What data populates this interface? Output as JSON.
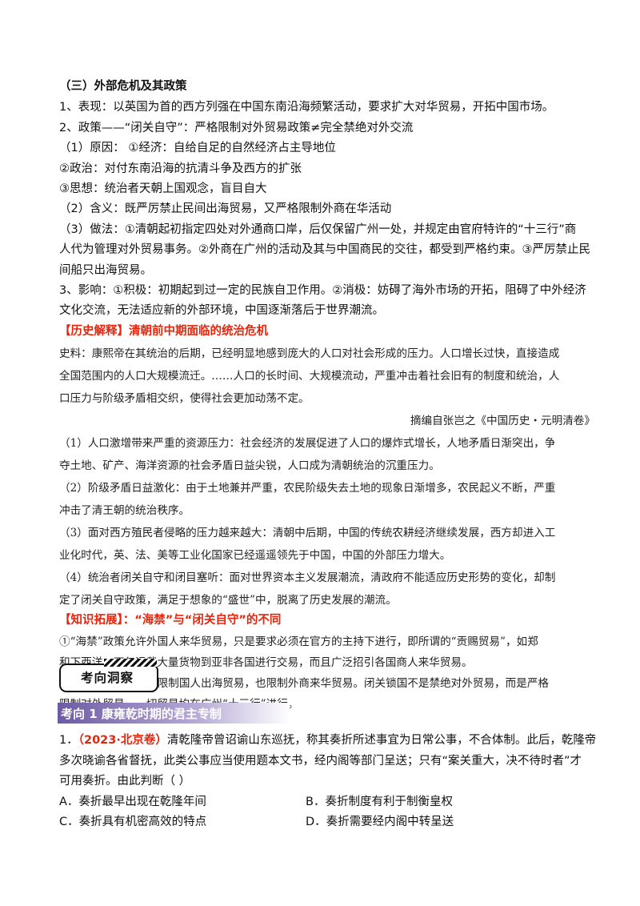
{
  "section_title": "（三）外部危机及其政策",
  "lines": [
    "1、表现：以英国为首的西方列强在中国东南沿海频繁活动，要求扩大对华贸易，开拓中国市场。",
    "2、政策——“闭关自守”：严格限制对外贸易政策≠完全禁绝对外交流",
    "（1）原因：  ①经济：自给自足的自然经济占主导地位",
    "②政治：对付东南沿海的抗清斗争及西方的扩张",
    "③思想：统治者天朝上国观念，盲目自大",
    "（2）含义：既严厉禁止民间出海贸易，又严格限制外商在华活动",
    "（3）做法：①清朝起初指定四处对外通商口岸，后仅保留广州一处，并规定由官府特许的“十三行”商",
    "人代为管理对外贸易事务。②外商在广州的活动及其与中国商民的交往，都受到严格约束。③严厉禁止民",
    "间船只出海贸易。",
    "3、影响：①积极：初期起到过一定的民族自卫作用。②消极：妨碍了海外市场的开拓，阻碍了中外经济",
    "文化交流，无法适应新的外部环境，中国逐渐落后于世界潮流。"
  ],
  "history_title": "【历史解释】清朝前中期面临的统治危机",
  "history_lines": [
    "史料：康熙帝在其统治的后期，已经明显地感到庞大的人口对社会形成的压力。人口增长过快，直接造成",
    "全国范围内的人口大规模流迁。……人口的长时间、大规模流动，严重冲击着社会旧有的制度和统治，人",
    "口压力与阶级矛盾相交织，使得社会更加动荡不定。"
  ],
  "history_source": "摘编自张岂之《中国历史・元明清卷》",
  "analysis_lines": [
    "（1）人口激增带来严重的资源压力：社会经济的发展促进了人口的爆炸式增长，人地矛盾日渐突出，争",
    "夺土地、矿产、海洋资源的社会矛盾日益尖锐，人口成为清朝统治的沉重压力。",
    "（2）阶级矛盾日益激化：由于土地兼并严重，农民阶级失去土地的现象日渐增多，农民起义不断，严重",
    "冲击了清王朝的统治秩序。",
    "（3）面对西方殖民者侵略的压力越来越大：清朝中后期，中国的传统农耕经济继续发展，西方却进入工",
    "业化时代，英、法、美等工业化国家已经遥遥领先于中国，中国的外部压力增大。",
    "（4）统治者闭关自守和闭目塞听：面对世界资本主义发展潮流，清政府不能适应历史形势的变化，却制",
    "定了闭关自守政策，满足于想象的“盛世”中，脱离了历史发展的潮流。"
  ],
  "knowledge_title": "【知识拓展】：“海禁”与“闭关自守”的不同",
  "knowledge_lines": [
    "①“海禁”政策允许外国人来华贸易，只是要求必须在官方的主持下进行，即所谓的“贡赐贸易”，如郑",
    "和下西洋，不仅运载大量货物到亚非各国进行交易，而且广泛招引各国商人来华贸易。",
    "②“闭关自守”政策既限制国人出海贸易，也限制外商来华贸易。闭关锁国不是禁绝对外贸易，而是严格",
    "限制对外贸易，一切贸易均在广州“十三行”进行。"
  ],
  "badge_label": "考向洞察",
  "topic_heading": "考向 1  康雍乾时期的君主专制",
  "question": {
    "number": "1．",
    "source": "（2023·北京卷）",
    "lines": [
      "清乾隆帝曾诏谕山东巡抚，称其奏折所述事宜为日常公事，不合体制。此后，乾隆帝",
      "多次晓谕各省督抚，此类公事应当使用题本文书，经内阁等部门呈送；只有“案关重大，决不待时者”才",
      "可用奏折。由此判断（        ）"
    ],
    "choices": {
      "A": "A．奏折最早出现在乾隆年间",
      "B": "B．奏折制度有利于制衡皇权",
      "C": "C．奏折具有机密高效的特点",
      "D": "D．奏折需要经内阁中转呈送"
    }
  }
}
